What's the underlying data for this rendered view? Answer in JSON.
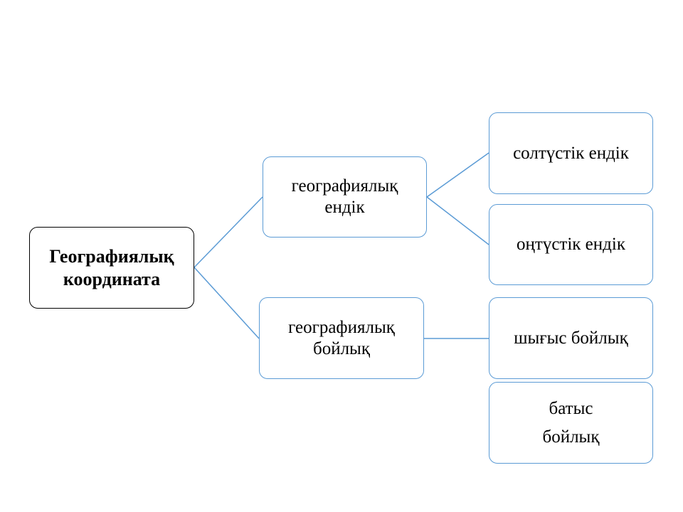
{
  "diagram": {
    "root": {
      "line1": "Географиялық",
      "line2": "координата"
    },
    "latitude": {
      "line1": "географиялық",
      "line2": "ендік",
      "children": [
        "солтүстік ендік",
        "оңтүстік ендік"
      ]
    },
    "longitude": {
      "line1": "географиялық",
      "line2": "бойлық",
      "children": [
        {
          "line1": "шығыс бойлық"
        },
        {
          "line1": "батыс",
          "line2": "бойлық"
        }
      ]
    },
    "colors": {
      "box_border": "#5b9bd5",
      "root_border": "#000000",
      "connector": "#5b9bd5",
      "text": "#000000"
    }
  }
}
